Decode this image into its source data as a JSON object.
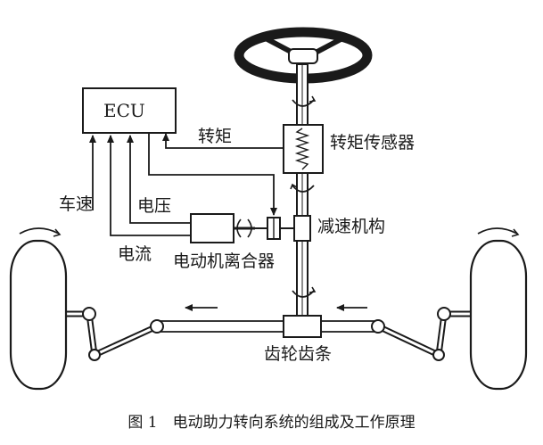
{
  "labels": {
    "ecu": "ECU",
    "torque": "转矩",
    "torque_sensor": "转矩传感器",
    "vehicle_speed": "车速",
    "voltage": "电压",
    "current": "电流",
    "reduction_mechanism": "减速机构",
    "motor_clutch": "电动机离合器",
    "rack_pinion": "齿轮齿条"
  },
  "caption": "图 1　电动助力转向系统的组成及工作原理",
  "colors": {
    "ink": "#1a1a1a",
    "fill": "#ffffff"
  }
}
